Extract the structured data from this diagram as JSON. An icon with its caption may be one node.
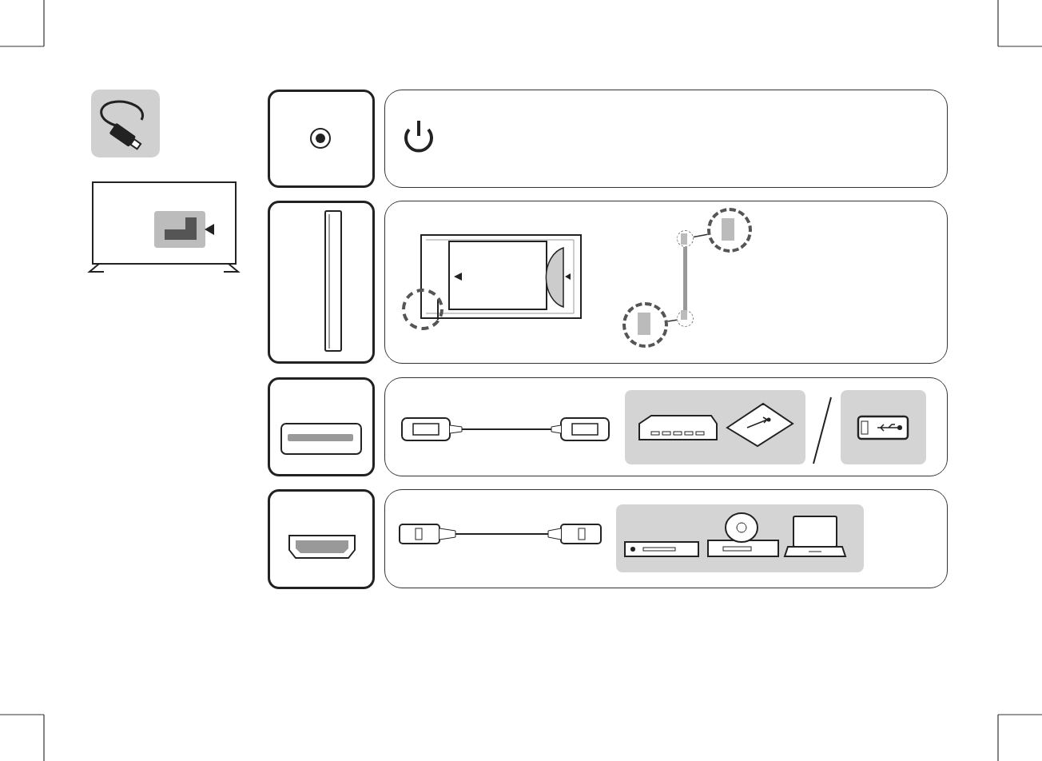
{
  "diagram": {
    "nodes": [
      {
        "text": [],
        "shape": "box"
      },
      {
        "text": [],
        "shape": "box"
      },
      {
        "text": [],
        "shape": "box"
      },
      {
        "text": [],
        "shape": "box"
      },
      {
        "text": [],
        "shape": "box"
      },
      {
        "text": [],
        "shape": "box"
      },
      {
        "text": [],
        "shape": "box"
      },
      {
        "text": [],
        "shape": "box"
      },
      {
        "text": [],
        "shape": "circle",
        "in": 3
      },
      {
        "text": [],
        "shape": "circle",
        "in": 3
      },
      {
        "text": [],
        "shape": "circle",
        "in": 3
      },
      {
        "text": [],
        "shape": "circle",
        "in": 3
      },
      {
        "text": [],
        "shape": "box",
        "in": 5
      },
      {
        "text": [],
        "shape": "box",
        "in": 5
      },
      {
        "text": [],
        "shape": "box",
        "in": 7
      }
    ],
    "edges": [
      {
        "from": 8,
        "to": 9,
        "arrow": "none"
      },
      {
        "from": 10,
        "to": 11,
        "arrow": "none"
      },
      {
        "from": 8,
        "to": 10,
        "arrow": "none",
        "style": "thick",
        "color": "#999999"
      }
    ]
  }
}
